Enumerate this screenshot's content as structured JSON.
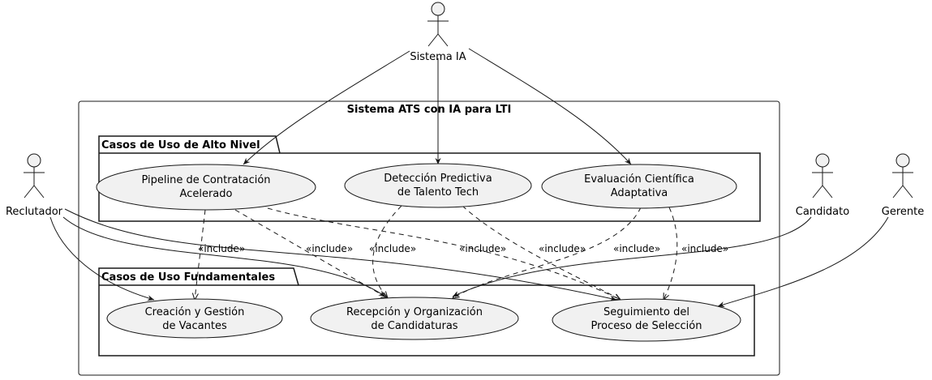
{
  "system": {
    "title": "Sistema ATS con IA para LTI"
  },
  "packages": {
    "high": {
      "title": "Casos de Uso de Alto Nivel"
    },
    "fundamental": {
      "title": "Casos de Uso Fundamentales"
    }
  },
  "actors": {
    "ia": "Sistema IA",
    "reclutador": "Reclutador",
    "candidato": "Candidato",
    "gerente": "Gerente"
  },
  "usecases": {
    "pipeline": [
      "Pipeline de Contratación",
      "Acelerado"
    ],
    "deteccion": [
      "Detección Predictiva",
      "de Talento Tech"
    ],
    "evaluacion": [
      "Evaluación Científica",
      "Adaptativa"
    ],
    "creacion": [
      "Creación y Gestión",
      "de Vacantes"
    ],
    "recepcion": [
      "Recepción y Organización",
      "de Candidaturas"
    ],
    "seguimiento": [
      "Seguimiento del",
      "Proceso de Selección"
    ]
  },
  "relation_label": "«include»",
  "colors": {
    "ellipse_fill": "#f1f1f1",
    "stroke": "#181818"
  }
}
